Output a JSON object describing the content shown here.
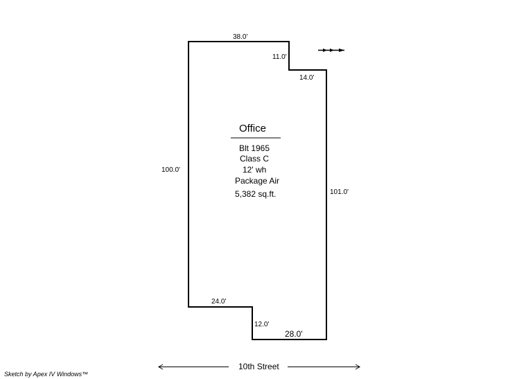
{
  "room": {
    "name": "Office",
    "details": [
      "Blt 1965",
      "Class C",
      "12' wh",
      "Package Air",
      "5,382 sq.ft."
    ]
  },
  "dimensions": {
    "top": "38.0'",
    "notch_right_vertical": "11.0'",
    "notch_right_horizontal": "14.0'",
    "left": "100.0'",
    "right": "101.0'",
    "bottom_left_horizontal": "24.0'",
    "bottom_notch_vertical": "12.0'",
    "bottom": "28.0'"
  },
  "street": {
    "label": "10th Street"
  },
  "footer": {
    "credit": "Sketch by Apex IV Windows™"
  },
  "icons": {
    "north_arrow": "north-arrow-icon"
  }
}
